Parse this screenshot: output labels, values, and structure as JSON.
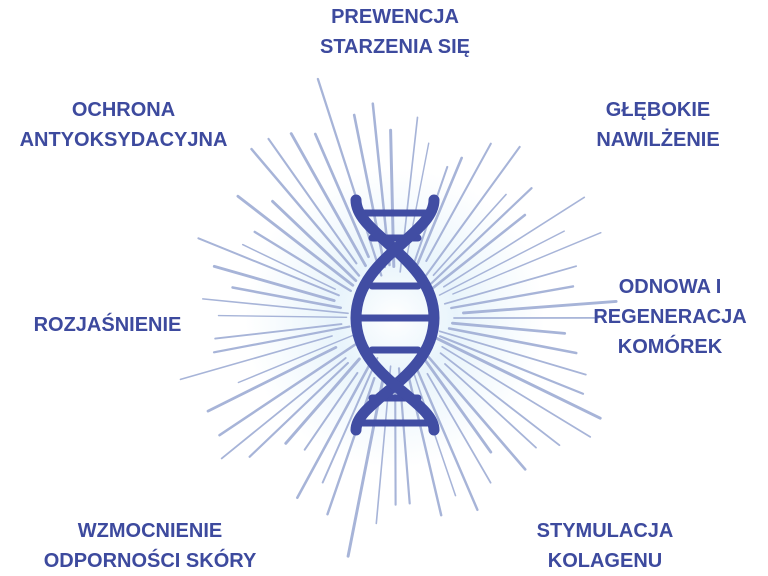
{
  "colors": {
    "text": "#3d4a9e",
    "helix": "#414da3",
    "rays": "#a7b4d8",
    "glow": "#dbeef8"
  },
  "center_icon": "dna-double-helix-icon",
  "labels": {
    "top": [
      "PREWENCJA",
      "STARZENIA SIĘ"
    ],
    "top_left": [
      "OCHRONA",
      "ANTYOKSYDACYJNA"
    ],
    "top_right": [
      "GŁĘBOKIE",
      "NAWILŻENIE"
    ],
    "left": [
      "ROZJAŚNIENIE"
    ],
    "right": [
      "ODNOWA I",
      "REGENERACJA",
      "KOMÓREK"
    ],
    "bottom_left": [
      "WZMOCNIENIE",
      "ODPORNOŚCI SKÓRY"
    ],
    "bottom_right": [
      "STYMULACJA",
      "KOLAGENU"
    ]
  }
}
